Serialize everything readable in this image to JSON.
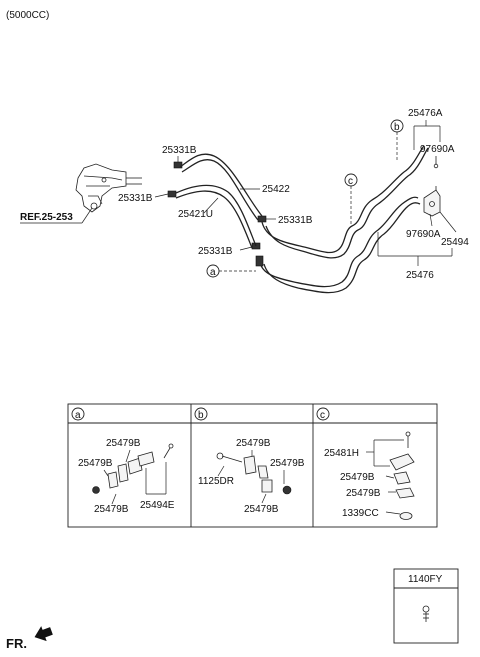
{
  "header": {
    "engine": "(5000CC)"
  },
  "ref": {
    "label": "REF.25-253"
  },
  "callouts": {
    "a": "a",
    "b": "b",
    "c": "c"
  },
  "parts": {
    "p25331B_1": "25331B",
    "p25331B_2": "25331B",
    "p25331B_3": "25331B",
    "p25331B_4": "25331B",
    "p25422": "25422",
    "p25421U": "25421U",
    "p25476A": "25476A",
    "p97690A_1": "97690A",
    "p97690A_2": "97690A",
    "p25494": "25494",
    "p25476": "25476"
  },
  "panels": {
    "a": {
      "tag": "a",
      "labels": [
        "25479B",
        "25479B",
        "25479B",
        "25494E"
      ]
    },
    "b": {
      "tag": "b",
      "labels": [
        "25479B",
        "1125DR",
        "25479B",
        "25479B"
      ]
    },
    "c": {
      "tag": "c",
      "labels": [
        "25481H",
        "25479B",
        "25479B",
        "1339CC"
      ]
    }
  },
  "fastener": {
    "label": "1140FY"
  },
  "footer": {
    "front": "FR."
  }
}
